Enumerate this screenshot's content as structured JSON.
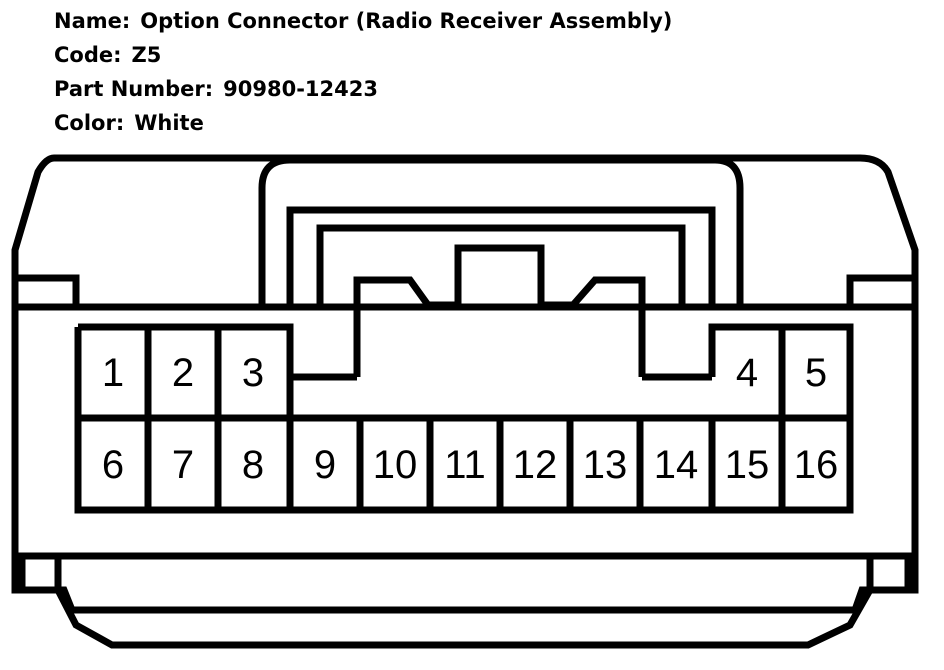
{
  "info": {
    "name_label": "Name:",
    "name_value": "Option Connector (Radio Receiver Assembly)",
    "code_label": "Code:",
    "code_value": "Z5",
    "part_label": "Part Number:",
    "part_value": "90980-12423",
    "color_label": "Color:",
    "color_value": "White"
  },
  "pins": {
    "p1": "1",
    "p2": "2",
    "p3": "3",
    "p4": "4",
    "p5": "5",
    "p6": "6",
    "p7": "7",
    "p8": "8",
    "p9": "9",
    "p10": "10",
    "p11": "11",
    "p12": "12",
    "p13": "13",
    "p14": "14",
    "p15": "15",
    "p16": "16"
  }
}
